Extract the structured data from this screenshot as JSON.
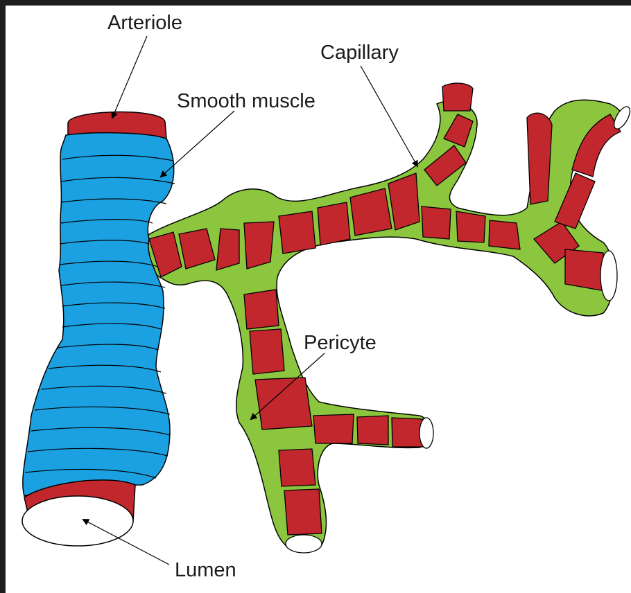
{
  "labels": {
    "arteriole": "Arteriole",
    "smooth_muscle": "Smooth muscle",
    "capillary": "Capillary",
    "pericyte": "Pericyte",
    "lumen": "Lumen"
  },
  "colors": {
    "endothelium_red": "#c1272d",
    "smooth_muscle_blue": "#1ba1e2",
    "pericyte_green": "#8cc63f",
    "lumen_white": "#ffffff",
    "outline": "#000000",
    "background": "#ffffff",
    "border": "#1e1e1e"
  }
}
